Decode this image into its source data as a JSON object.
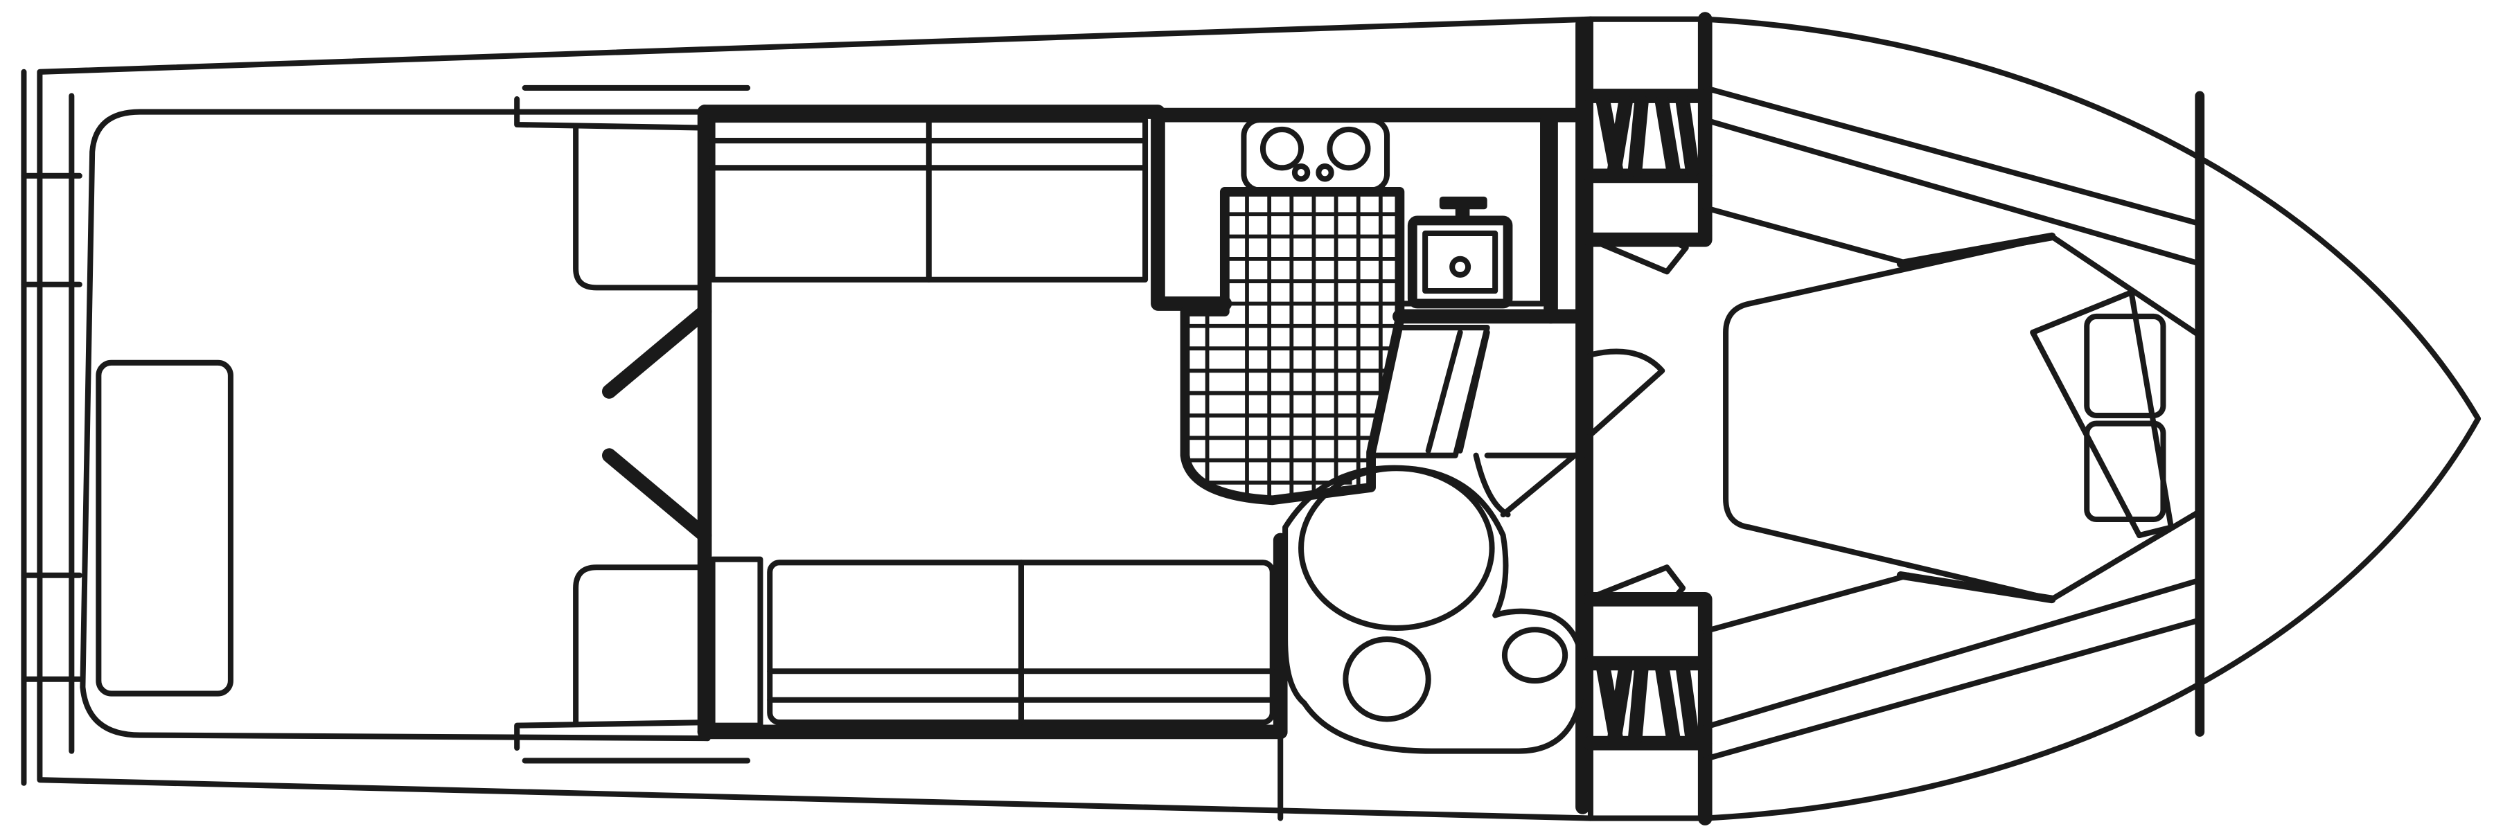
{
  "diagram": {
    "kind": "boat-deck-layout",
    "line_color": "#1a1a1a",
    "background": "#ffffff",
    "areas": [
      "cockpit",
      "salon",
      "galley",
      "helm",
      "head",
      "forward-cabin"
    ],
    "fixtures": [
      "cockpit-hatch",
      "salon-settee-starboard",
      "salon-settee-port",
      "galley-stove",
      "galley-sink",
      "dinette-table",
      "helm-seat",
      "v-berth",
      "steps-starboard",
      "steps-port"
    ]
  }
}
